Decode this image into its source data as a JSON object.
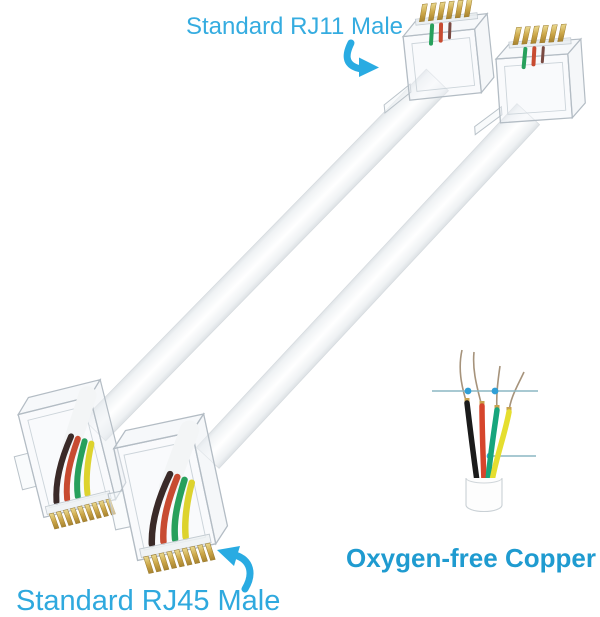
{
  "product_labels": {
    "rj11": "Standard RJ11 Male",
    "rj45": "Standard RJ45 Male",
    "feature": "Oxygen-free Copper"
  },
  "connectors": {
    "top_right": {
      "type": "RJ11 male plug",
      "count": 2,
      "body": "clear transparent plastic",
      "pins": "gold"
    },
    "bottom_left": {
      "type": "RJ45 male plug",
      "count": 2,
      "body": "clear transparent plastic",
      "pins": "gold"
    }
  },
  "cables": {
    "count": 2,
    "color": "white"
  },
  "illustration": {
    "name": "oxygen-free-copper-cable-cutaway",
    "jacket": "white",
    "wires": [
      "black",
      "red",
      "green",
      "yellow"
    ],
    "callout_lines": 2,
    "callout_dots": 3
  },
  "icons": {
    "rj11_arrow": "curved-arrow-down-right",
    "rj45_arrow": "curved-arrow-up-left"
  },
  "colors": {
    "label_text": "#35ACE0",
    "feature_text": "#1F9BD0",
    "arrow": "#29ABE2",
    "cable_white": "#ffffff",
    "cable_edge": "#d9dee2",
    "connector_outline": "#b3bcc4",
    "pin_gold": "#C9A845",
    "wire_black": "#1b1b1b",
    "wire_red": "#d6452c",
    "wire_green": "#17a57c",
    "wire_yellow": "#e5de2f",
    "callout_line": "#8bb7c3",
    "callout_dot": "#2f9fd6"
  }
}
